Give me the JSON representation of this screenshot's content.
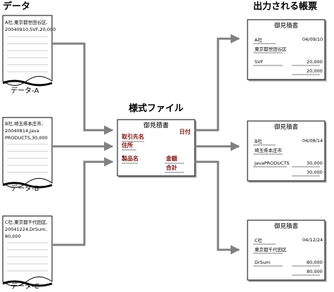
{
  "headers": {
    "data": "データ",
    "form": "様式ファイル",
    "output": "出力される帳票"
  },
  "inputs": [
    {
      "caption": "データ-A",
      "lines": [
        "A社,東京都世田谷区,",
        "20040910,SVF,20,000"
      ]
    },
    {
      "caption": "データ-B",
      "lines": [
        "B社,埼玉県本庄市,",
        "20040814,Java",
        "PRODUCTS,30,000"
      ]
    },
    {
      "caption": "データ-C",
      "lines": [
        "C社,東京都千代田区,",
        "20041224,DrSum,",
        "80,000"
      ]
    }
  ],
  "form": {
    "title": "御見積書",
    "fields": {
      "date": "日付",
      "client": "取引先名",
      "address": "住所",
      "product": "製品名",
      "amount": "金額",
      "total": "合計"
    }
  },
  "outputs": [
    {
      "title": "御見積書",
      "company": "A社",
      "date": "04/09/10",
      "address": "東京都世田谷区",
      "product": "SVF",
      "amount": "20,000",
      "total": "20,000"
    },
    {
      "title": "御見積書",
      "company": "B社",
      "date": "04/08/14",
      "address": "埼玉県本庄市",
      "product": "JavaPRODUCTS",
      "amount": "30,000",
      "total": "30,000"
    },
    {
      "title": "御見積書",
      "company": "C社",
      "date": "04/12/24",
      "address": "東京都千代田区",
      "product": "DrSum",
      "amount": "80,000",
      "total": "80,000"
    }
  ],
  "colors": {
    "arrow": "#808080",
    "stroke": "#000000",
    "field_text": "#7a1010"
  }
}
